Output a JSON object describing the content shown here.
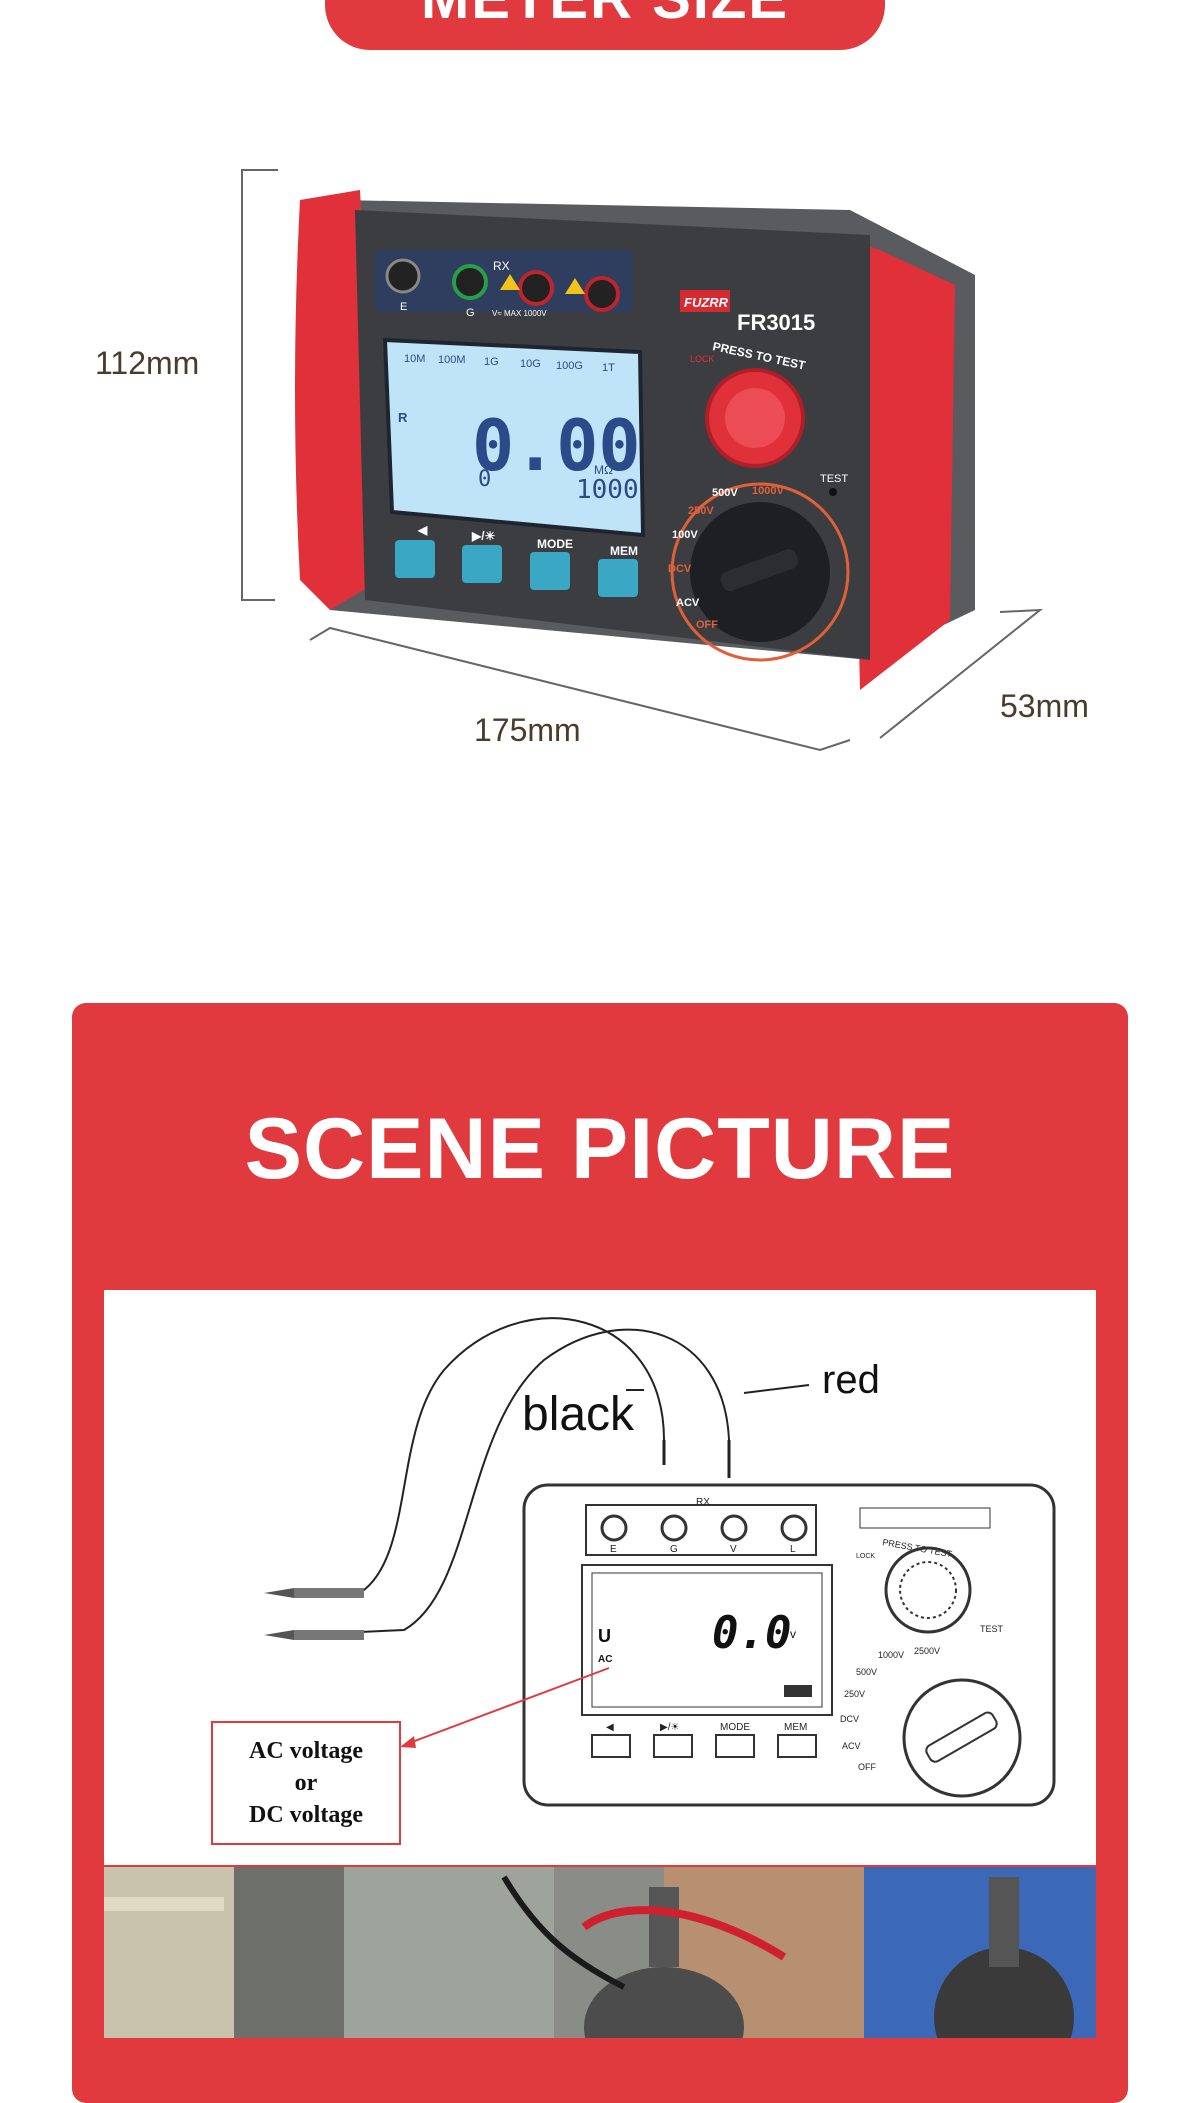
{
  "header": {
    "title": "METER SIZE"
  },
  "dimensions": {
    "height": "112mm",
    "width": "175mm",
    "depth": "53mm"
  },
  "meter": {
    "brand": "FUZRR",
    "model": "FR3015",
    "jacks": {
      "rx": "RX",
      "e": "E",
      "g": "G",
      "max": "V≈ MAX 1000V"
    },
    "lcd": {
      "scale": [
        "10M",
        "100M",
        "1G",
        "10G",
        "100G",
        "1T"
      ],
      "reading": "0.00",
      "sub": "0",
      "voltage": "1000",
      "unit": "MΩ",
      "r": "R"
    },
    "lock": "LOCK",
    "press_to_test": "PRESS TO TEST",
    "test": "TEST",
    "buttons": [
      {
        "label": "◀"
      },
      {
        "label": "▶/☀"
      },
      {
        "label": "MODE"
      },
      {
        "label": "MEM"
      }
    ],
    "dial": {
      "v500": "500V",
      "v1000": "1000V",
      "v250": "250V",
      "v100": "100V",
      "dcv": "DCV",
      "acv": "ACV",
      "off": "OFF"
    }
  },
  "scene": {
    "title": "SCENE PICTURE",
    "diagram": {
      "black": "black",
      "red": "red",
      "rx": "RX",
      "jacks": [
        "E",
        "G",
        "V",
        "L"
      ],
      "reading": "0.0",
      "unit": "v",
      "u": "U",
      "ac": "AC",
      "lock": "LOCK",
      "press_to_test": "PRESS TO TEST",
      "test": "TEST",
      "dial": [
        "1000V",
        "2500V",
        "500V",
        "250V",
        "DCV",
        "ACV",
        "OFF"
      ],
      "buttons": [
        "◀",
        "▶/☀",
        "MODE",
        "MEM"
      ],
      "callout": [
        "AC voltage",
        "or",
        "DC voltage"
      ]
    }
  },
  "colors": {
    "accent": "#e03a3f",
    "body": "#3c3d40",
    "lcd": "#bfe4f7",
    "key": "#3aa7c4"
  }
}
